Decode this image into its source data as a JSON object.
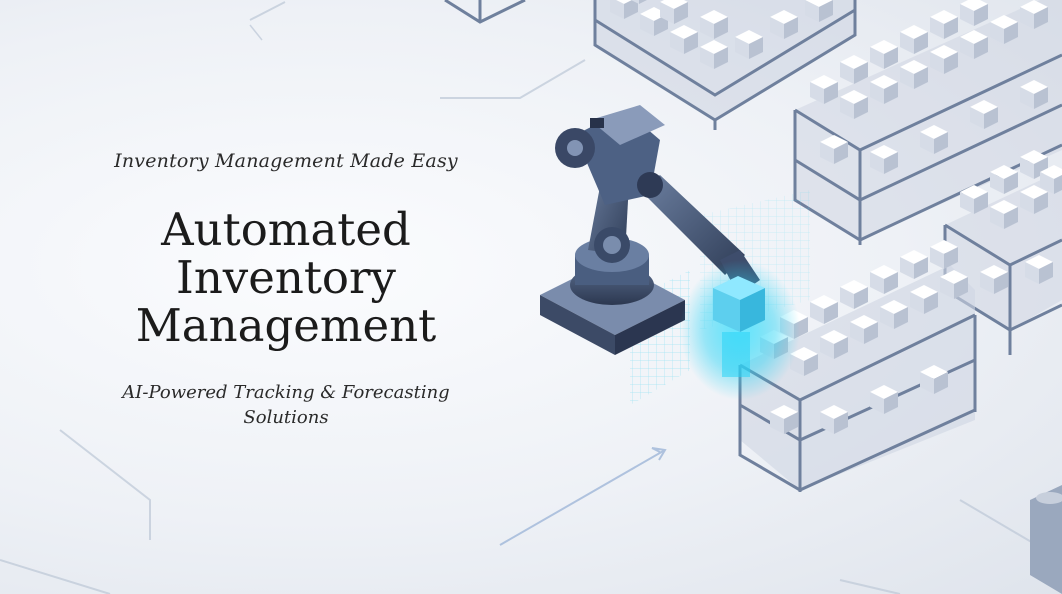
{
  "hero": {
    "tagline": "Inventory Management Made Easy",
    "title_lines": [
      "Automated",
      "Inventory",
      "Management"
    ],
    "subtitle_lines": [
      "AI-Powered Tracking & Forecasting",
      "Solutions"
    ]
  },
  "illustration": {
    "subject": "robotic arm lifting a glowing box beside warehouse shelves",
    "accent_color": "#29d4f5",
    "robot_color": "#4a5e80",
    "shelf_color": "#7e8ea8",
    "box_color": "#e8ecf3"
  }
}
